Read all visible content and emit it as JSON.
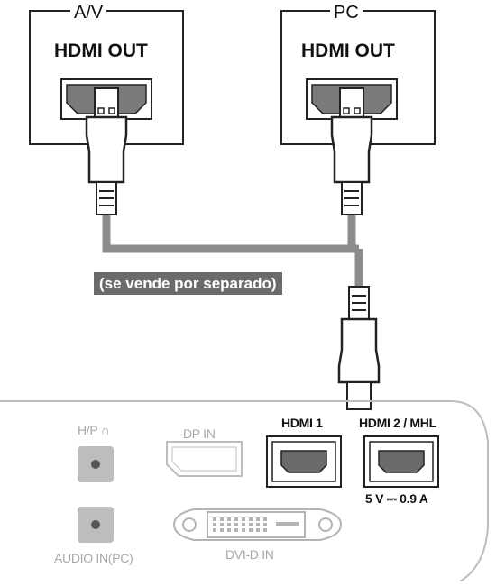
{
  "sources": [
    {
      "title": "A/V",
      "port_label": "HDMI OUT"
    },
    {
      "title": "PC",
      "port_label": "HDMI OUT"
    }
  ],
  "cable_note": "(se vende por separado)",
  "monitor_ports": {
    "headphone": "H/P ∩",
    "dp_in": "DP IN",
    "hdmi1": "HDMI 1",
    "hdmi2": "HDMI 2 / MHL",
    "hdmi2_power": "5 V ⎓ 0.9 A",
    "audio_in": "AUDIO IN(PC)",
    "dvi_in": "DVI-D IN"
  },
  "colors": {
    "line": "#222222",
    "cable_grey": "#8c8c8c",
    "inactive_grey": "#b4b4b4",
    "label_bg": "#6b6b6b"
  }
}
